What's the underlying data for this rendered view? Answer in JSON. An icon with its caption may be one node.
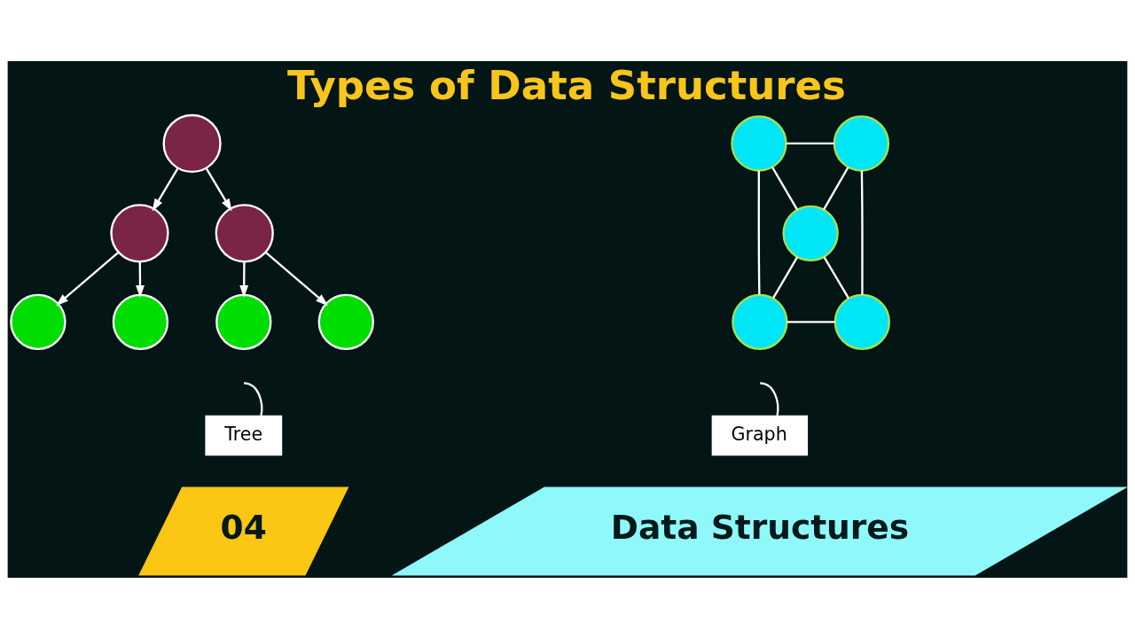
{
  "diagram": {
    "title": "Types of Data Structures",
    "nodes": [
      {
        "text": [],
        "shape": "circle"
      },
      {
        "text": [],
        "shape": "circle"
      },
      {
        "text": [],
        "shape": "circle"
      },
      {
        "text": [],
        "shape": "circle"
      },
      {
        "text": [],
        "shape": "circle"
      },
      {
        "text": [],
        "shape": "circle"
      },
      {
        "text": [],
        "shape": "circle"
      },
      {
        "text": [],
        "shape": "circle"
      },
      {
        "text": [],
        "shape": "circle"
      },
      {
        "text": [],
        "shape": "circle"
      },
      {
        "text": [],
        "shape": "circle"
      },
      {
        "text": [],
        "shape": "circle"
      },
      {
        "text": [
          "Tree"
        ]
      },
      {
        "text": [
          "Graph"
        ]
      },
      {
        "text": [
          "04"
        ]
      },
      {
        "text": [
          "Data Structures"
        ]
      }
    ],
    "edges": [
      {
        "from": 0,
        "to": 1,
        "arrow": "to"
      },
      {
        "from": 0,
        "to": 2,
        "arrow": "to"
      },
      {
        "from": 1,
        "to": 3,
        "arrow": "to"
      },
      {
        "from": 1,
        "to": 4,
        "arrow": "to"
      },
      {
        "from": 2,
        "to": 5,
        "arrow": "to"
      },
      {
        "from": 2,
        "to": 6,
        "arrow": "to"
      },
      {
        "from": 7,
        "to": 8,
        "arrow": "none"
      },
      {
        "from": 7,
        "to": 9,
        "arrow": "none"
      },
      {
        "from": 8,
        "to": 9,
        "arrow": "none"
      },
      {
        "from": 7,
        "to": 10,
        "arrow": "none"
      },
      {
        "from": 8,
        "to": 11,
        "arrow": "none"
      },
      {
        "from": 9,
        "to": 10,
        "arrow": "none"
      },
      {
        "from": 9,
        "to": 11,
        "arrow": "none"
      },
      {
        "from": 10,
        "to": 11,
        "arrow": "none"
      },
      {
        "from": 12,
        "to": null,
        "arrow": "none"
      },
      {
        "from": 13,
        "to": null,
        "arrow": "none"
      }
    ]
  }
}
